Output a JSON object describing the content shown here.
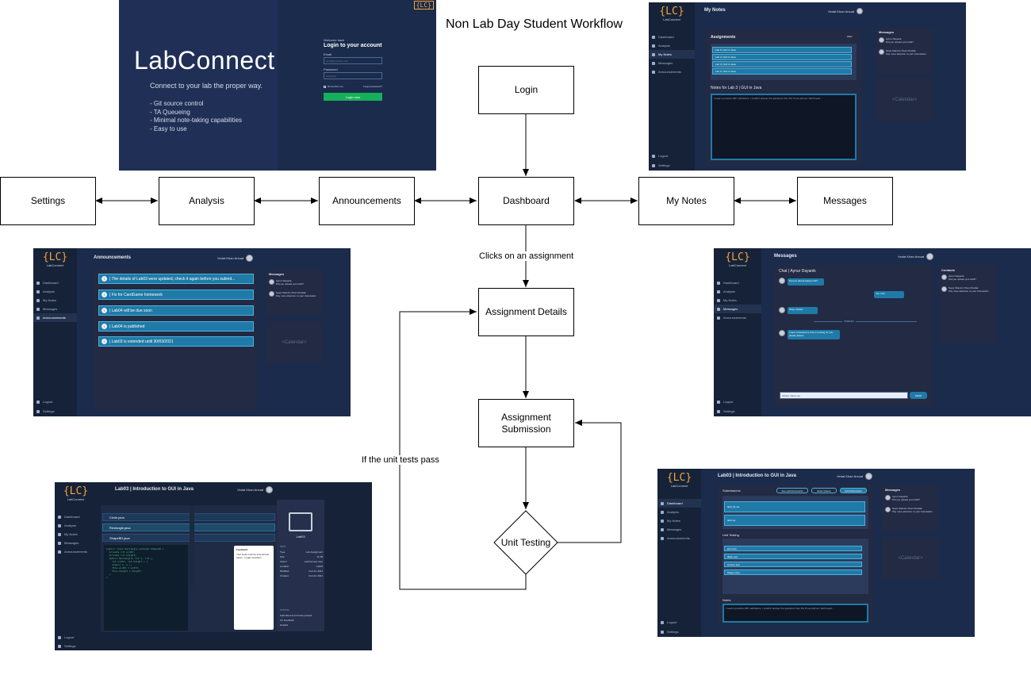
{
  "title": "Non Lab Day Student Workflow",
  "nodes": {
    "login": "Login",
    "dashboard": "Dashboard",
    "settings": "Settings",
    "analysis": "Analysis",
    "announcements": "Announcements",
    "my_notes": "My Notes",
    "messages": "Messages",
    "assignment_details": "Assignment Details",
    "assignment_submission": "Assignment Submission",
    "unit_testing": "Unit Testing"
  },
  "edge_labels": {
    "clicks_assignment": "Clicks on an assignment",
    "tests_pass": "If the unit tests pass"
  },
  "app": {
    "logo": "{LC}",
    "name": "LabConnect",
    "user": "Vedat Khan Arsuat",
    "nav": [
      "Dashboard",
      "Analysis",
      "My Notes",
      "Messages",
      "Announcements"
    ],
    "logout": "Logout",
    "settings": "Settings",
    "calendar": "<Calendar>"
  },
  "login_shot": {
    "brand": "LabConnect",
    "tagline": "Connect to your lab the proper way.",
    "features": [
      "- Git source control",
      "- TA Queueing",
      "- Minimal note-taking capabilities",
      "- Easy to use"
    ],
    "welcome": "Welcome back",
    "heading": "Login to your account",
    "email_label": "Email",
    "email_placeholder": "email@example.com",
    "password_label": "Password",
    "password_placeholder": "password",
    "remember": "Remember me",
    "forgot": "Forgot password?",
    "login_button": "Login now"
  },
  "notes_shot": {
    "header": "My Notes",
    "assignments_title": "Assignments",
    "filter": "Filter",
    "rows": [
      "Lab 5 | GUI in Java",
      "Lab 4 | GUI in Java",
      "Lab 3 | GUI in Java",
      "Lab 2 | GUI in Java"
    ],
    "notes_title": "Notes for Lab 3 | GUI in Java",
    "notes_text": "I need to practice DRY definitions. I couldn't answer the questions from the TA as well as I had hoped..."
  },
  "messages_panel": {
    "title": "Messages",
    "items": [
      {
        "name": "Aynur Dayanik",
        "text": "Did you upload your lab3?"
      },
      {
        "name": "Naya Shamim Khan Khattak",
        "text": "Pay more attention to your indentation"
      }
    ]
  },
  "announcements_shot": {
    "header": "Announcements",
    "items": [
      "| The details of Lab03 were updated, check it again before you submit...",
      "| Fix for CardGame homework",
      "| Lab04 will be due soon",
      "| Lab04 is published",
      "| Lab03 is extended until 30/03/2021"
    ]
  },
  "chat_shot": {
    "header": "Messages",
    "chat_title": "Chat | Aynur Dayanik",
    "contacts_title": "Contacts",
    "bubbles": [
      "Did you attend today's lab?",
      "Yes I did",
      "Okay, thanks.",
      "I have scheduled a Zoom meeting for you, please attend."
    ],
    "unread": "UNREAD",
    "input_placeholder": "Alright, thank you",
    "send": "SEND"
  },
  "details_shot": {
    "header": "Lab03 | Introduction to GUI in Java",
    "files": [
      "Circle.java",
      "Rectangle.java",
      "ShapeBD.java"
    ],
    "feedback_title": "Feedback:",
    "feedback_text": "Your code must be sure all test cases - Logan Goodwin",
    "folder_name": "Lab03",
    "info_title": "INFO",
    "info": [
      [
        "Type",
        "Lab Assignment"
      ],
      [
        "Size",
        "11 kB"
      ],
      [
        "Owner",
        "LabConnect User"
      ],
      [
        "Location",
        "Lab03"
      ],
      [
        "Modified",
        "Feb 24, 2021"
      ],
      [
        "Created",
        "Feb 24, 2021"
      ]
    ],
    "status_title": "STATUS",
    "status": [
      "Submitted & Unit tests passed",
      "On Feedback",
      "Graded"
    ]
  },
  "submission_shot": {
    "header": "Lab03 | Introduction to GUI in Java",
    "tabs": [
      "See Lab Documents",
      "Enter Queue",
      "Add Submission"
    ],
    "submissions_title": "Submissions",
    "submissions": [
      "lab3_01.zip",
      "lab3.zip"
    ],
    "unit_tests_title": "Unit Testing",
    "tests": [
      "print test",
      "dilate test",
      "contour test",
      "Shape tests"
    ],
    "notes_title": "Notes",
    "notes_text": "I need to practice DRY definitions. I couldn't answer the questions from the TA as well as I had hoped..."
  }
}
